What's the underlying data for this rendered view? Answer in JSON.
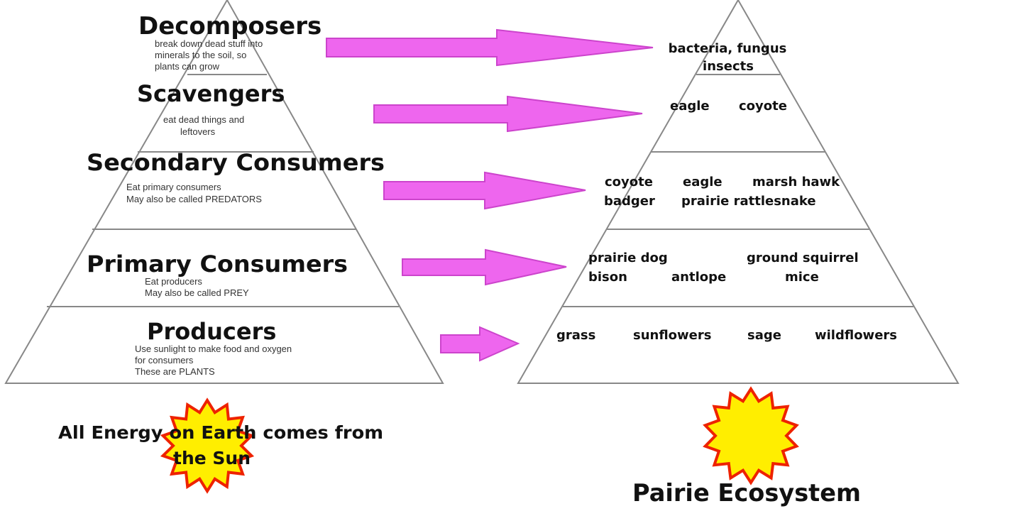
{
  "left_pyramid": {
    "levels": [
      {
        "title": "Decomposers",
        "description": [
          "break down dead stuff into",
          "minerals to the soil, so",
          "plants can grow"
        ]
      },
      {
        "title": "Scavengers",
        "description": [
          "eat dead things and",
          "leftovers"
        ]
      },
      {
        "title": "Secondary Consumers",
        "description": [
          "Eat primary consumers",
          "May also be called PREDATORS"
        ]
      },
      {
        "title": "Primary Consumers",
        "description": [
          "Eat producers",
          "May also be called PREY"
        ]
      },
      {
        "title": "Producers",
        "description": [
          "Use sunlight to make food and oxygen",
          "for consumers",
          "These are PLANTS"
        ]
      }
    ]
  },
  "right_pyramid": {
    "levels": [
      {
        "organisms": [
          "bacteria, fungus",
          "insects"
        ]
      },
      {
        "organisms": [
          "eagle",
          "coyote"
        ]
      },
      {
        "organisms": [
          "coyote",
          "eagle",
          "marsh hawk",
          "badger",
          "prairie rattlesnake"
        ]
      },
      {
        "organisms": [
          "prairie dog",
          "ground squirrel",
          "bison",
          "antlope",
          "mice"
        ]
      },
      {
        "organisms": [
          "grass",
          "sunflowers",
          "sage",
          "wildflowers"
        ]
      }
    ]
  },
  "sun_caption": [
    "All Energy on Earth comes from",
    "the Sun"
  ],
  "ecosystem_title": "Pairie Ecosystem",
  "colors": {
    "arrow": "#ee66ee",
    "arrow_stroke": "#cc44cc",
    "sun_fill": "#ffee00",
    "sun_stroke": "#ee2200",
    "line": "#888888"
  },
  "icons": {
    "arrow": "right-arrow-icon",
    "sun": "sun-icon"
  }
}
